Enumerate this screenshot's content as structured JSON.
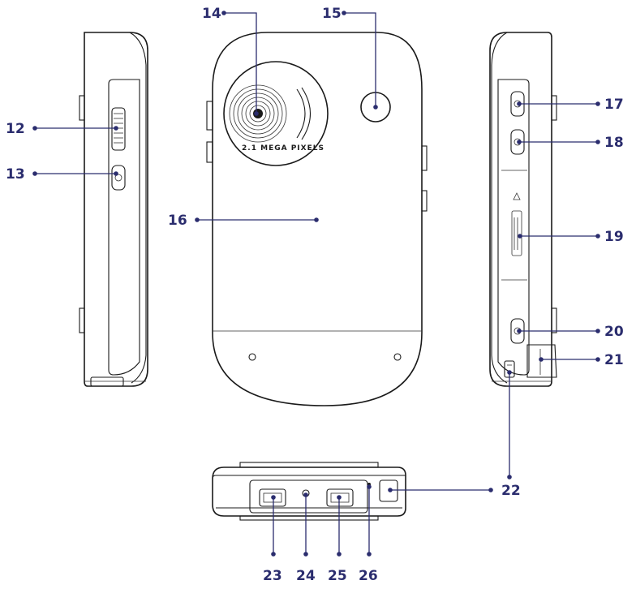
{
  "diagram": {
    "lens_caption": "2.1 MEGA PIXELS",
    "colors": {
      "callout": "#2b2d6e",
      "outline": "#1a1a1a"
    },
    "callouts": [
      {
        "id": "12",
        "label": "12"
      },
      {
        "id": "13",
        "label": "13"
      },
      {
        "id": "14",
        "label": "14"
      },
      {
        "id": "15",
        "label": "15"
      },
      {
        "id": "16",
        "label": "16"
      },
      {
        "id": "17",
        "label": "17"
      },
      {
        "id": "18",
        "label": "18"
      },
      {
        "id": "19",
        "label": "19"
      },
      {
        "id": "20",
        "label": "20"
      },
      {
        "id": "21",
        "label": "21"
      },
      {
        "id": "22",
        "label": "22"
      },
      {
        "id": "23",
        "label": "23"
      },
      {
        "id": "24",
        "label": "24"
      },
      {
        "id": "25",
        "label": "25"
      },
      {
        "id": "26",
        "label": "26"
      }
    ]
  }
}
